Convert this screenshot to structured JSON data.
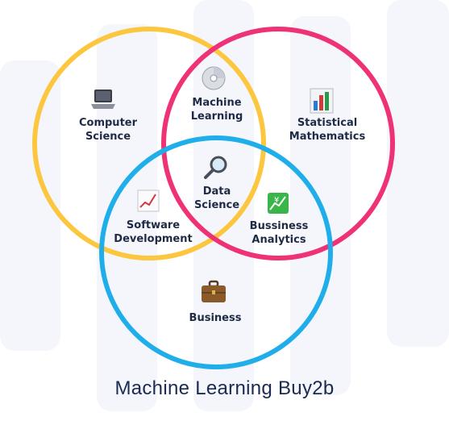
{
  "diagram": {
    "title": "Machine Learning Buy2b",
    "colors": {
      "computer_science_ring": "#fcc63f",
      "statistics_ring": "#ee3275",
      "business_ring": "#20aeea",
      "text": "#1f2a44"
    },
    "regions": {
      "computer_science": {
        "line1": "Computer",
        "line2": "Science",
        "icon": "laptop-icon"
      },
      "machine_learning": {
        "line1": "Machine",
        "line2": "Learning",
        "icon": "disc-icon"
      },
      "statistical_mathematics": {
        "line1": "Statistical",
        "line2": "Mathematics",
        "icon": "bar-chart-icon"
      },
      "data_science": {
        "line1": "Data",
        "line2": "Science",
        "icon": "magnifier-icon"
      },
      "software_development": {
        "line1": "Software",
        "line2": "Development",
        "icon": "line-chart-icon"
      },
      "business_analytics": {
        "line1": "Bussiness",
        "line2": "Analytics",
        "icon": "yen-chart-icon"
      },
      "business": {
        "line1": "Business",
        "line2": "",
        "icon": "briefcase-icon"
      }
    }
  }
}
